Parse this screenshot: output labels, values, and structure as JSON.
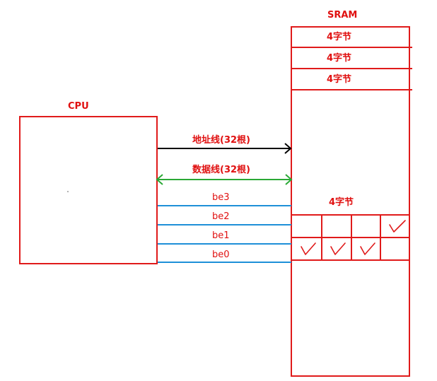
{
  "sram": {
    "title": "SRAM",
    "rows": [
      "4字节",
      "4字节",
      "4字节"
    ],
    "detail_label": "4字节"
  },
  "cpu": {
    "title": "CPU"
  },
  "buses": {
    "address": "地址线(32根)",
    "data": "数据线(32根)"
  },
  "byte_enables": [
    {
      "label": "be3",
      "selected": true
    },
    {
      "label": "be2",
      "selected": false
    },
    {
      "label": "be1",
      "selected": false
    },
    {
      "label": "be0",
      "selected": false
    }
  ],
  "second_row_checks": [
    true,
    true,
    true,
    false
  ],
  "colors": {
    "box": "#e01a1a",
    "text": "#e01010",
    "address_line": "#000000",
    "data_line": "#2aa835",
    "enable_lines": "#1e90d8"
  }
}
